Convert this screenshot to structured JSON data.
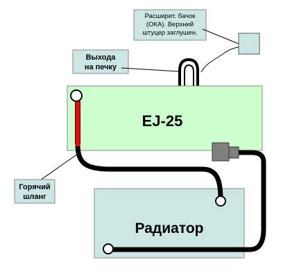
{
  "engine": {
    "label": "EJ-25",
    "fill": "#ccffcc"
  },
  "radiator": {
    "label": "Радиатор",
    "fill": "#cce6e6"
  },
  "callouts": {
    "expansion_tank": {
      "lines": [
        "Расширит. бачок",
        "(ОКА). Верхний",
        "штуцер заглушен."
      ]
    },
    "heater_outputs": {
      "lines": [
        "Выхода",
        "на печку"
      ]
    },
    "hot_hose": {
      "lines": [
        "Горячий",
        "шланг"
      ]
    }
  },
  "colors": {
    "hose": "#000000",
    "hot_hose": "#ff0000",
    "callout_fill": "#cce6e6"
  }
}
